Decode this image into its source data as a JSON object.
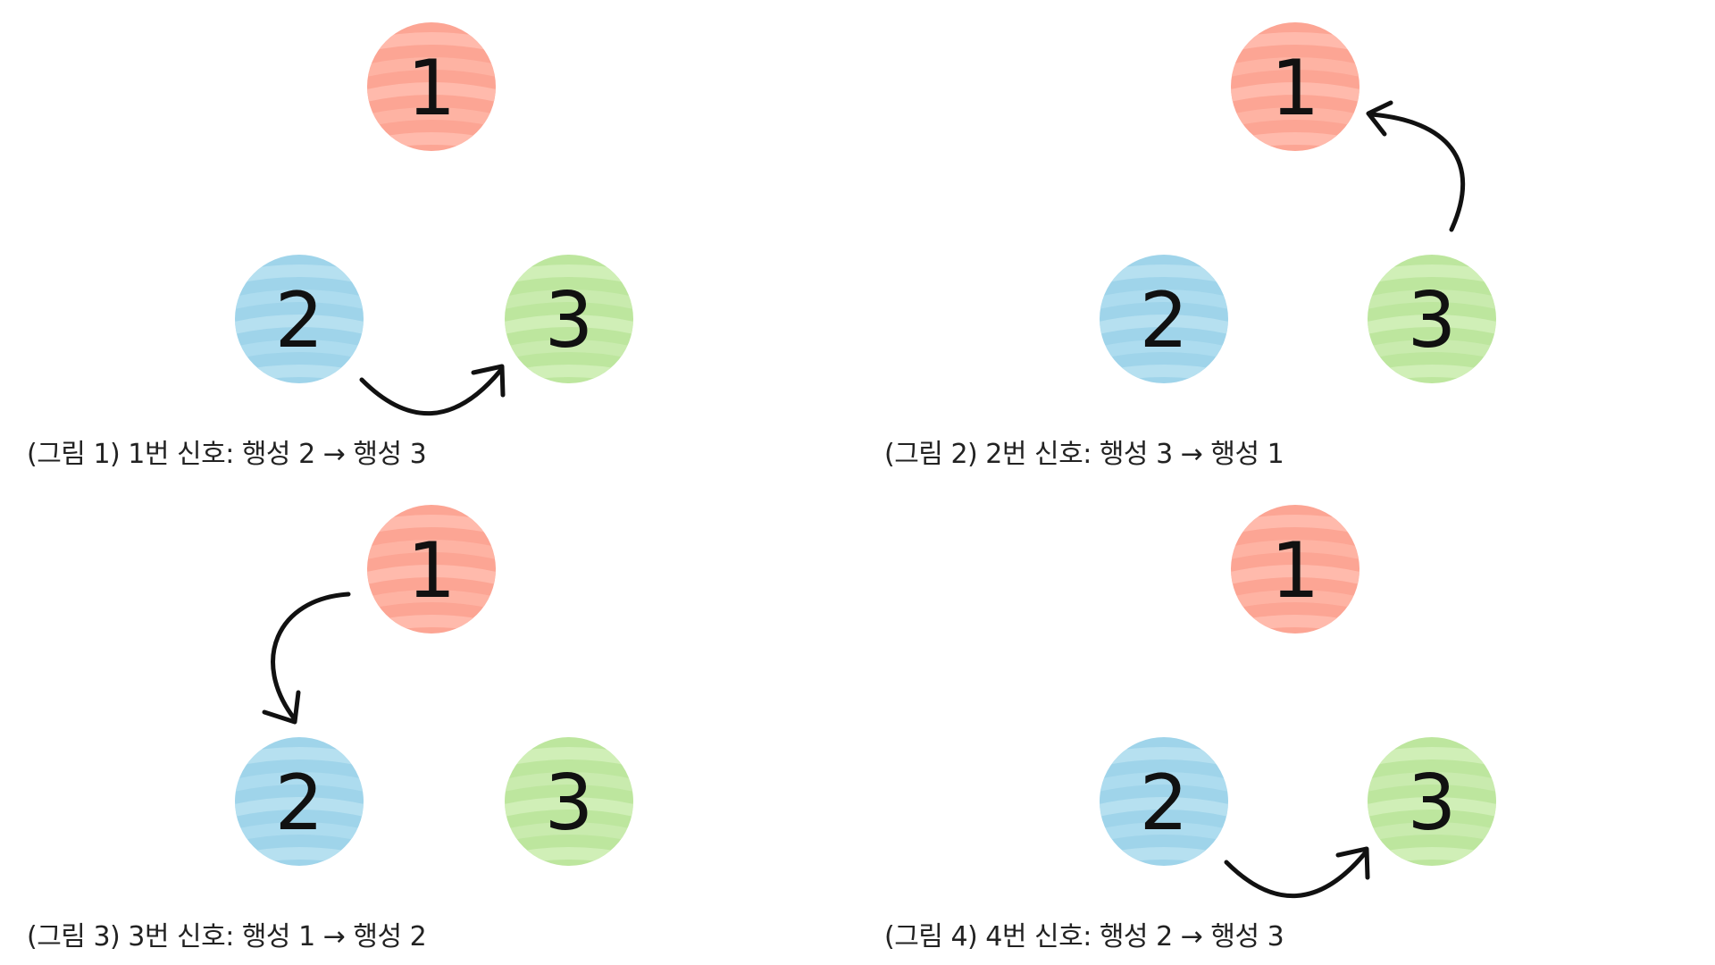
{
  "colors": {
    "planet1": "#fca594",
    "planet1_stripe": "#ffbcae",
    "planet2": "#9fd4ea",
    "planet2_stripe": "#b8e1f1",
    "planet3": "#bde69e",
    "planet3_stripe": "#d1efb9",
    "arrow": "#111111",
    "caption": "#222222"
  },
  "planets": [
    {
      "id": "1",
      "label": "1",
      "color_key": "planet1"
    },
    {
      "id": "2",
      "label": "2",
      "color_key": "planet2"
    },
    {
      "id": "3",
      "label": "3",
      "color_key": "planet3"
    }
  ],
  "panels": [
    {
      "caption": "(그림 1) 1번 신호: 행성 2 → 행성 3",
      "from": "2",
      "to": "3"
    },
    {
      "caption": "(그림 2) 2번 신호: 행성 3 → 행성 1",
      "from": "3",
      "to": "1"
    },
    {
      "caption": "(그림 3) 3번 신호: 행성 1 → 행성 2",
      "from": "1",
      "to": "2"
    },
    {
      "caption": "(그림 4) 4번 신호: 행성 2 → 행성 3",
      "from": "2",
      "to": "3"
    }
  ]
}
